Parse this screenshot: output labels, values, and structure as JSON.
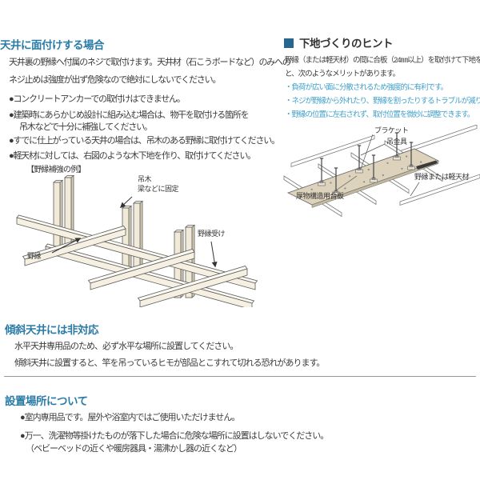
{
  "colors": {
    "heading_teal": "#2a7ba6",
    "merit_blue": "#3f9fc8",
    "square_navy": "#26668f",
    "divider_gray": "#999999",
    "wood_beige": "#f1ead8",
    "panel_beige": "#ddd3bc"
  },
  "left_section": {
    "heading": "天井に面付けする場合",
    "para_lines": [
      "天井裏の野縁へ付属のネジで取付けます。天井材（石こうボードなど）のみへの",
      "ネジ止めは強度が出ず危険なので絶対にしないでください。"
    ],
    "bullets": [
      "●コンクリートアンカーでの取付けはできません。",
      "●建築時にあらかじめ設計に組み込む場合は、物干を取付ける箇所を",
      "吊木などで十分に補強してください。",
      "●すでに仕上がっている天井の場合は、吊木のある野縁に取付けてください。",
      "●軽天材に対しては、右図のような木下地を作り、取付けてください。"
    ],
    "fig_caption": "【野縁補強の例】",
    "diagram_labels": {
      "hanging_post_line1": "吊木",
      "hanging_post_line2": "梁などに固定",
      "joist_receiver": "野縁受け",
      "joist": "野縁"
    }
  },
  "right_section": {
    "heading": "下地づくりのヒント",
    "intro_lines": [
      "野縁（または軽天材）の間に合板（24㎜以上）を取付けて下地を作る",
      "と、次のようなメリットがあります。"
    ],
    "merits": [
      "・負荷が広い面に分散されるため強度的に有利です。",
      "・ネジが野縁から外れたり、野縁を割ったりするトラブルが減ります。",
      "・野縁の位置に左右されず、取付位置を微妙に調整できます。"
    ],
    "diagram_labels": {
      "bracket": "ブラケット",
      "hanging_bolt": "吊金具",
      "joist_or_steel": "野縁または軽天材",
      "plywood": "厚物構造用合板"
    }
  },
  "slope_section": {
    "heading": "傾斜天井には非対応",
    "lines": [
      "水平天井専用品のため、必ず水平な場所に設置してください。",
      "傾斜天井に設置すると、竿を吊っているヒモが部品とこすれて切れる恐れがあります。"
    ]
  },
  "place_section": {
    "heading": "設置場所について",
    "lines": [
      "●室内専用品です。屋外や浴室内ではご使用いただけません。",
      "●万一、洗濯物等掛けたものが落下した場合に危険な場所に設置はしないでください。",
      "（ベビーベッドの近くや暖房器具・湯沸かし器の近くなど）"
    ]
  }
}
